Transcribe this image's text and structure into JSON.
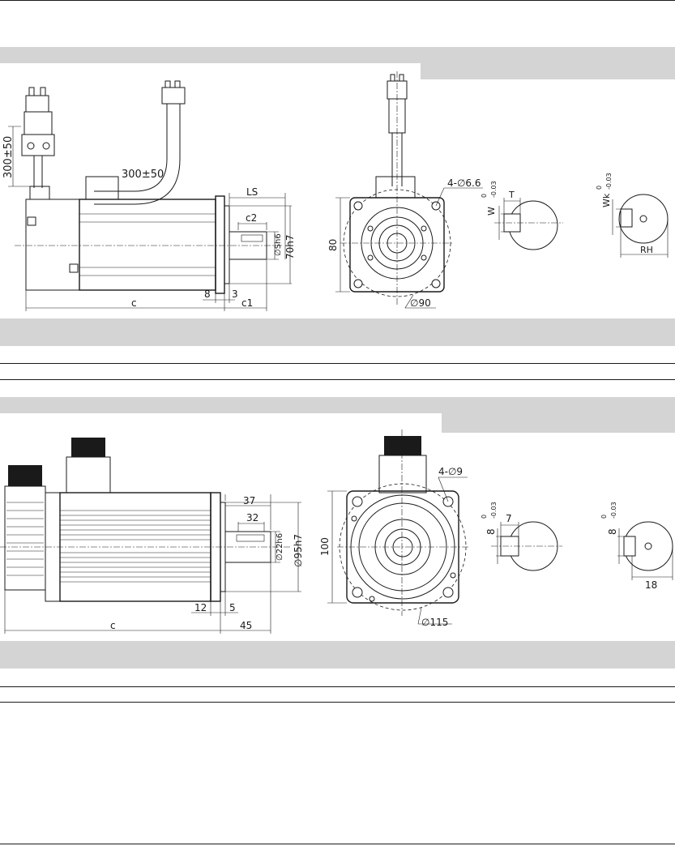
{
  "motor_80": {
    "labels": {
      "cable_vertical": "300±50",
      "cable_horizontal": "300±50",
      "ls": "LS",
      "c2": "c2",
      "shaft_dia": "∅Sh6",
      "spigot": "70h7",
      "flange_offset": "8",
      "flange_thk": "3",
      "body_len": "c",
      "shaft_len": "c1",
      "square": "80",
      "holes": "4-∅6.6",
      "pcd": "∅90",
      "key_w": "W",
      "key_t": "T",
      "tol_upper": "0",
      "tol_lower": "-0.03",
      "key_wk": "Wk",
      "key_rh": "RH"
    }
  },
  "motor_100": {
    "labels": {
      "len_37": "37",
      "len_32": "32",
      "shaft_dia": "∅22h6",
      "spigot": "∅95h7",
      "flange_offset": "12",
      "flange_thk": "5",
      "body_len": "c",
      "shaft_len": "45",
      "square": "100",
      "holes": "4-∅9",
      "pcd": "∅115",
      "key_w": "8",
      "key_t": "7",
      "tol_upper": "0",
      "tol_lower": "-0.03",
      "key_wk": "8",
      "key_rh": "18"
    }
  }
}
